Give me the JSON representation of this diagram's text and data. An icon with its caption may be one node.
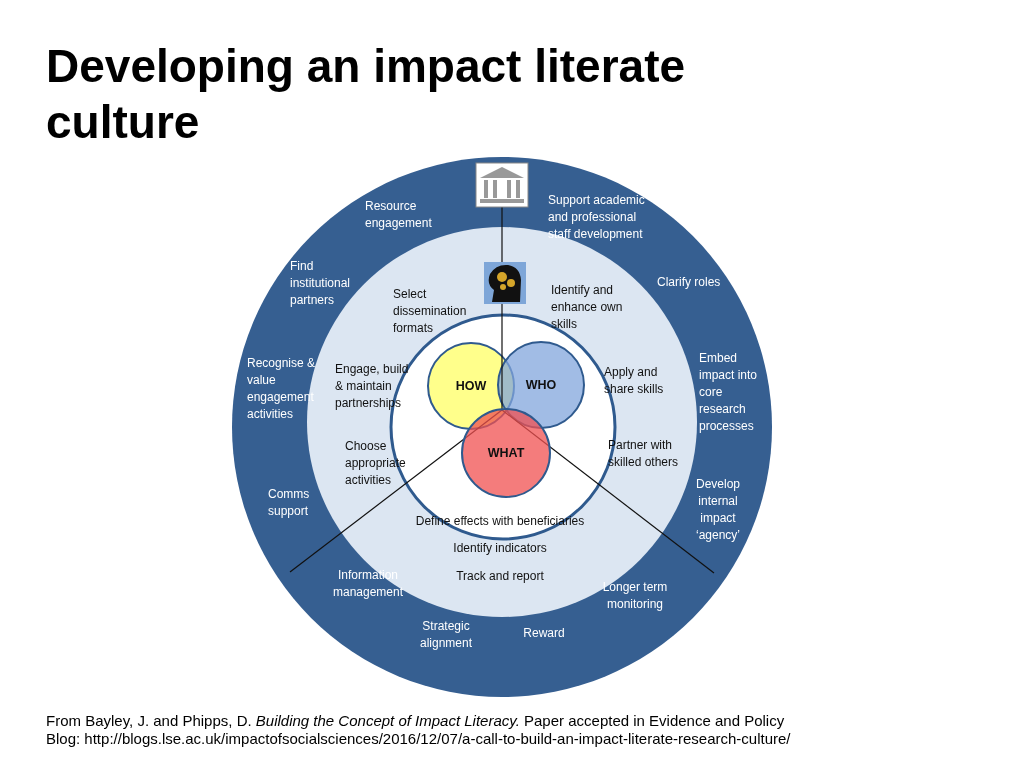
{
  "diagram": {
    "title": "Developing an impact literate culture",
    "caption": "From Bayley, J. and Phipps, D. *Building the Concept of Impact Literacy.*  Paper accepted in Evidence and Policy",
    "nodes": [
      {
        "text": [
          "HOW"
        ]
      },
      {
        "text": [
          "WHO"
        ]
      },
      {
        "text": [
          "WHAT"
        ]
      }
    ],
    "edges": [],
    "labels": [
      "Resource engagement",
      "Support academic and professional staff development",
      "Find institutional partners",
      "Select dissemination formats",
      "Identify and enhance own skills",
      "Clarify roles",
      "Recognise & value engagement activities",
      "Engage, build & maintain partnerships",
      "Apply and share skills",
      "Embed impact into core research processes",
      "Choose appropriate activities",
      "Partner with skilled others",
      "Comms support",
      "Develop internal impact ‘agency’",
      "Define effects with beneficiaries",
      "Identify indicators",
      "Information management",
      "Track and report",
      "Longer term monitoring",
      "Strategic alignment",
      "Reward",
      "Blog: http://blogs.lse.ac.uk/impactofsocialsciences/2016/12/07/a-call-to-build-an-impact-literate-research-culture/"
    ]
  }
}
